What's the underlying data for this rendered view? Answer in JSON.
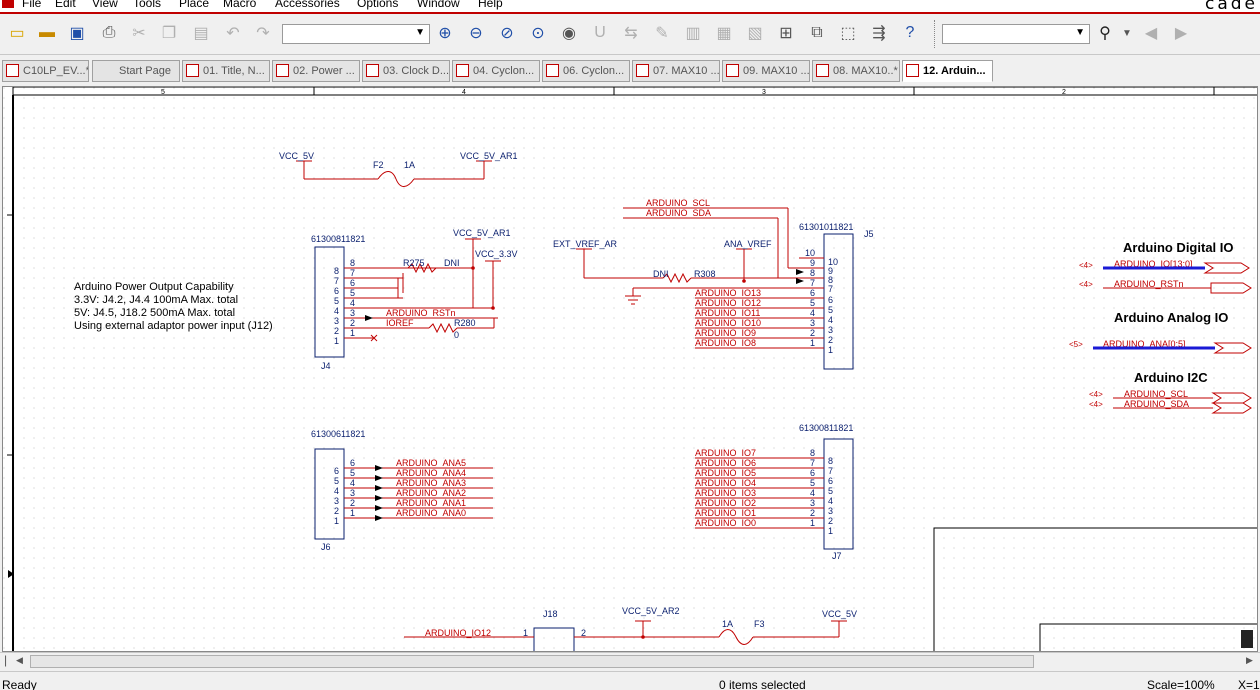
{
  "menu": {
    "items": [
      "File",
      "Edit",
      "View",
      "Tools",
      "Place",
      "Macro",
      "Accessories",
      "Options",
      "Window",
      "Help"
    ],
    "brand": "cade"
  },
  "tabs": [
    {
      "label": "C10LP_EV...*"
    },
    {
      "label": "Start Page"
    },
    {
      "label": "01. Title, N..."
    },
    {
      "label": "02. Power ..."
    },
    {
      "label": "03. Clock D..."
    },
    {
      "label": "04. Cyclon..."
    },
    {
      "label": "06. Cyclon..."
    },
    {
      "label": "07. MAX10 ..."
    },
    {
      "label": "09. MAX10 ..."
    },
    {
      "label": "08. MAX10..*"
    },
    {
      "label": "12. Arduin..."
    }
  ],
  "ruler": {
    "labels": [
      "5",
      "4",
      "3",
      "2"
    ]
  },
  "schematic": {
    "note": [
      "Arduino Power Output Capability",
      "3.3V: J4.2, J4.4 100mA Max. total",
      "5V: J4.5, J18.2 500mA Max. total",
      "Using external adaptor power input (J12)"
    ],
    "fuse_top": {
      "left_net": "VCC_5V",
      "ref": "F2",
      "value": "1A",
      "right_net": "VCC_5V_AR1"
    },
    "j4": {
      "part": "61300811821",
      "ref": "J4",
      "pins": [
        "8",
        "7",
        "6",
        "5",
        "4",
        "3",
        "2",
        "1"
      ],
      "nets_top": "VCC_5V_AR1",
      "net_33": "VCC_3.3V",
      "r275": "R275",
      "dni": "DNI",
      "rstn": "ARDUINO_RSTn",
      "ioref": "IOREF",
      "r280": "R280",
      "r280_val": "0"
    },
    "j5": {
      "part": "61301011821",
      "ref": "J5",
      "scl": "ARDUINO_SCL",
      "sda": "ARDUINO_SDA",
      "ext": "EXT_VREF_AR",
      "ana": "ANA_VREF",
      "dni": "DNI",
      "r308": "R308",
      "pins": [
        "10",
        "9",
        "8",
        "7",
        "6",
        "5",
        "4",
        "3",
        "2",
        "1"
      ],
      "io": [
        "ARDUINO_IO13",
        "ARDUINO_IO12",
        "ARDUINO_IO11",
        "ARDUINO_IO10",
        "ARDUINO_IO9",
        "ARDUINO_IO8"
      ]
    },
    "j6": {
      "part": "61300611821",
      "ref": "J6",
      "pins": [
        "6",
        "5",
        "4",
        "3",
        "2",
        "1"
      ],
      "nets": [
        "ARDUINO_ANA5",
        "ARDUINO_ANA4",
        "ARDUINO_ANA3",
        "ARDUINO_ANA2",
        "ARDUINO_ANA1",
        "ARDUINO_ANA0"
      ]
    },
    "j7": {
      "part": "61300811821",
      "ref": "J7",
      "pins": [
        "8",
        "7",
        "6",
        "5",
        "4",
        "3",
        "2",
        "1"
      ],
      "nets": [
        "ARDUINO_IO7",
        "ARDUINO_IO6",
        "ARDUINO_IO5",
        "ARDUINO_IO4",
        "ARDUINO_IO3",
        "ARDUINO_IO2",
        "ARDUINO_IO1",
        "ARDUINO_IO0"
      ]
    },
    "j18": {
      "ref": "J18",
      "io12": "ARDUINO_IO12",
      "pin1": "1",
      "pin2": "2",
      "vcc_ar2": "VCC_5V_AR2",
      "fuse_val": "1A",
      "fuse_ref": "F3",
      "vcc": "VCC_5V"
    },
    "offpage": {
      "digital_title": "Arduino Digital IO",
      "digital_bus": "ARDUINO_IO[13:0]",
      "digital_rst": "ARDUINO_RSTn",
      "digital_ref": "<4>",
      "analog_title": "Arduino Analog IO",
      "analog_bus": "ARDUINO_ANA[0:5]",
      "analog_ref": "<5>",
      "i2c_title": "Arduino I2C",
      "i2c_scl": "ARDUINO_SCL",
      "i2c_sda": "ARDUINO_SDA",
      "i2c_ref": "<4>"
    }
  },
  "status": {
    "left": "Ready",
    "mid": "0 items selected",
    "scale": "Scale=100%",
    "x": "X=1"
  },
  "colors": {
    "net": "#c00000",
    "part": "#0a1f6e",
    "accent": "#c00000",
    "bus": "#1a1ad6"
  }
}
